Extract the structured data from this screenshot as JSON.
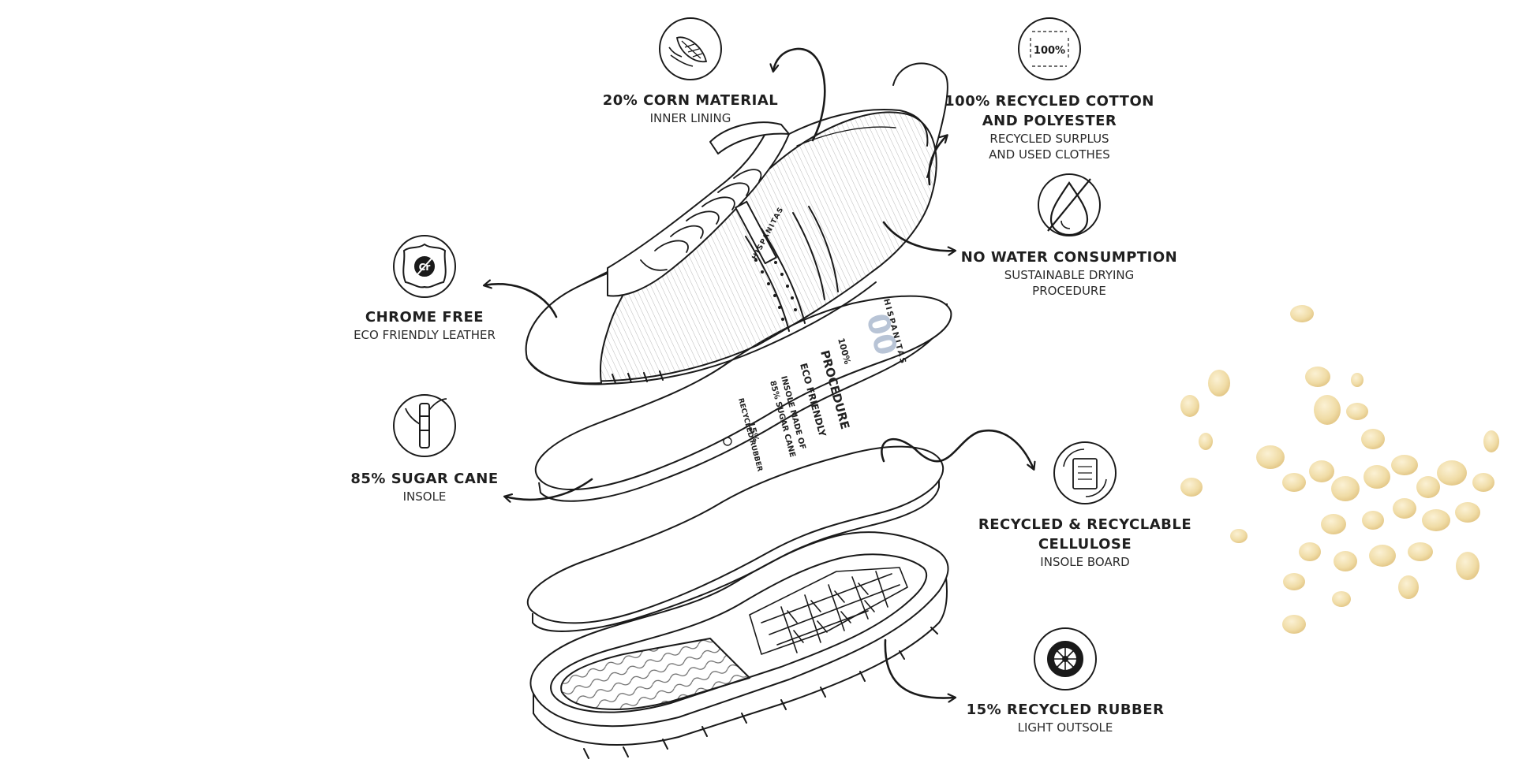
{
  "brand": "HISPANITAS",
  "callouts": [
    {
      "id": "corn",
      "icon": "corn-icon",
      "title": [
        "20% CORN MATERIAL"
      ],
      "sub": [
        "INNER LINING"
      ]
    },
    {
      "id": "cotton",
      "icon": "recycled-cotton-icon",
      "icon_text": "100%",
      "title": [
        "100% RECYCLED COTTON",
        "AND POLYESTER"
      ],
      "sub": [
        "RECYCLED SURPLUS",
        "AND USED CLOTHES"
      ]
    },
    {
      "id": "water",
      "icon": "no-water-icon",
      "title": [
        "NO WATER CONSUMPTION"
      ],
      "sub": [
        "SUSTAINABLE DRYING",
        "PROCEDURE"
      ]
    },
    {
      "id": "chrome",
      "icon": "chrome-free-leather-icon",
      "icon_text": "Cr",
      "title": [
        "CHROME FREE"
      ],
      "sub": [
        "ECO FRIENDLY LEATHER"
      ]
    },
    {
      "id": "sugar",
      "icon": "sugar-cane-icon",
      "title": [
        "85% SUGAR CANE"
      ],
      "sub": [
        "INSOLE"
      ]
    },
    {
      "id": "cellulose",
      "icon": "recycled-cellulose-icon",
      "title": [
        "RECYCLED & RECYCLABLE",
        "CELLULOSE"
      ],
      "sub": [
        "INSOLE BOARD"
      ]
    },
    {
      "id": "rubber",
      "icon": "recycled-rubber-wheel-icon",
      "title": [
        "15% RECYCLED RUBBER"
      ],
      "sub": [
        "LIGHT OUTSOLE"
      ]
    }
  ],
  "insole_print": {
    "brand": "HISPANITAS",
    "number": "00",
    "lines": [
      "100%",
      "PROCEDURE",
      "ECO FRIENDLY",
      "INSOLE MADE OF",
      "85% SUGAR CANE",
      "15%",
      "RECYCLED RUBBER"
    ]
  }
}
